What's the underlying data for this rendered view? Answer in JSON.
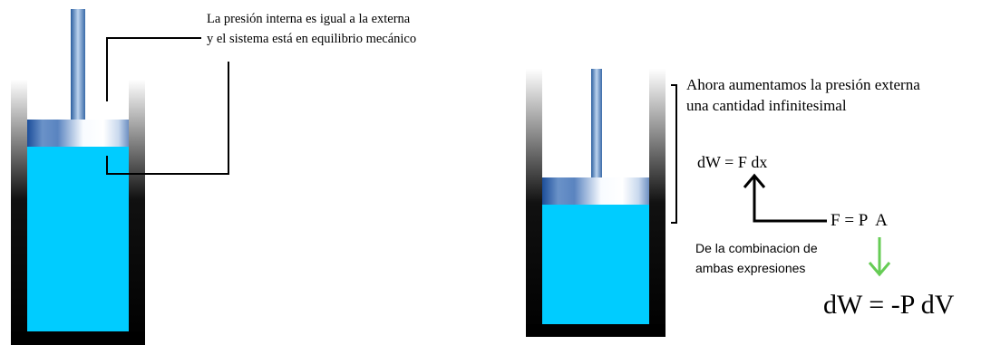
{
  "left_diagram": {
    "caption_line1": "La presión interna es igual a la externa",
    "caption_line2": "y el sistema está en equilibrio mecánico"
  },
  "right_diagram": {
    "caption_line1": "Ahora aumentamos la presión externa",
    "caption_line2": "una cantidad infinitesimal",
    "formula_work": "dW = F dx",
    "formula_force": "F = P  A",
    "combination_line1": "De la combinacion de",
    "combination_line2": "ambas expresiones",
    "result_formula": "dW = -P dV"
  },
  "colors": {
    "fluid": "#00ccff",
    "arrow_black": "#000000",
    "arrow_green": "#66cc55"
  }
}
